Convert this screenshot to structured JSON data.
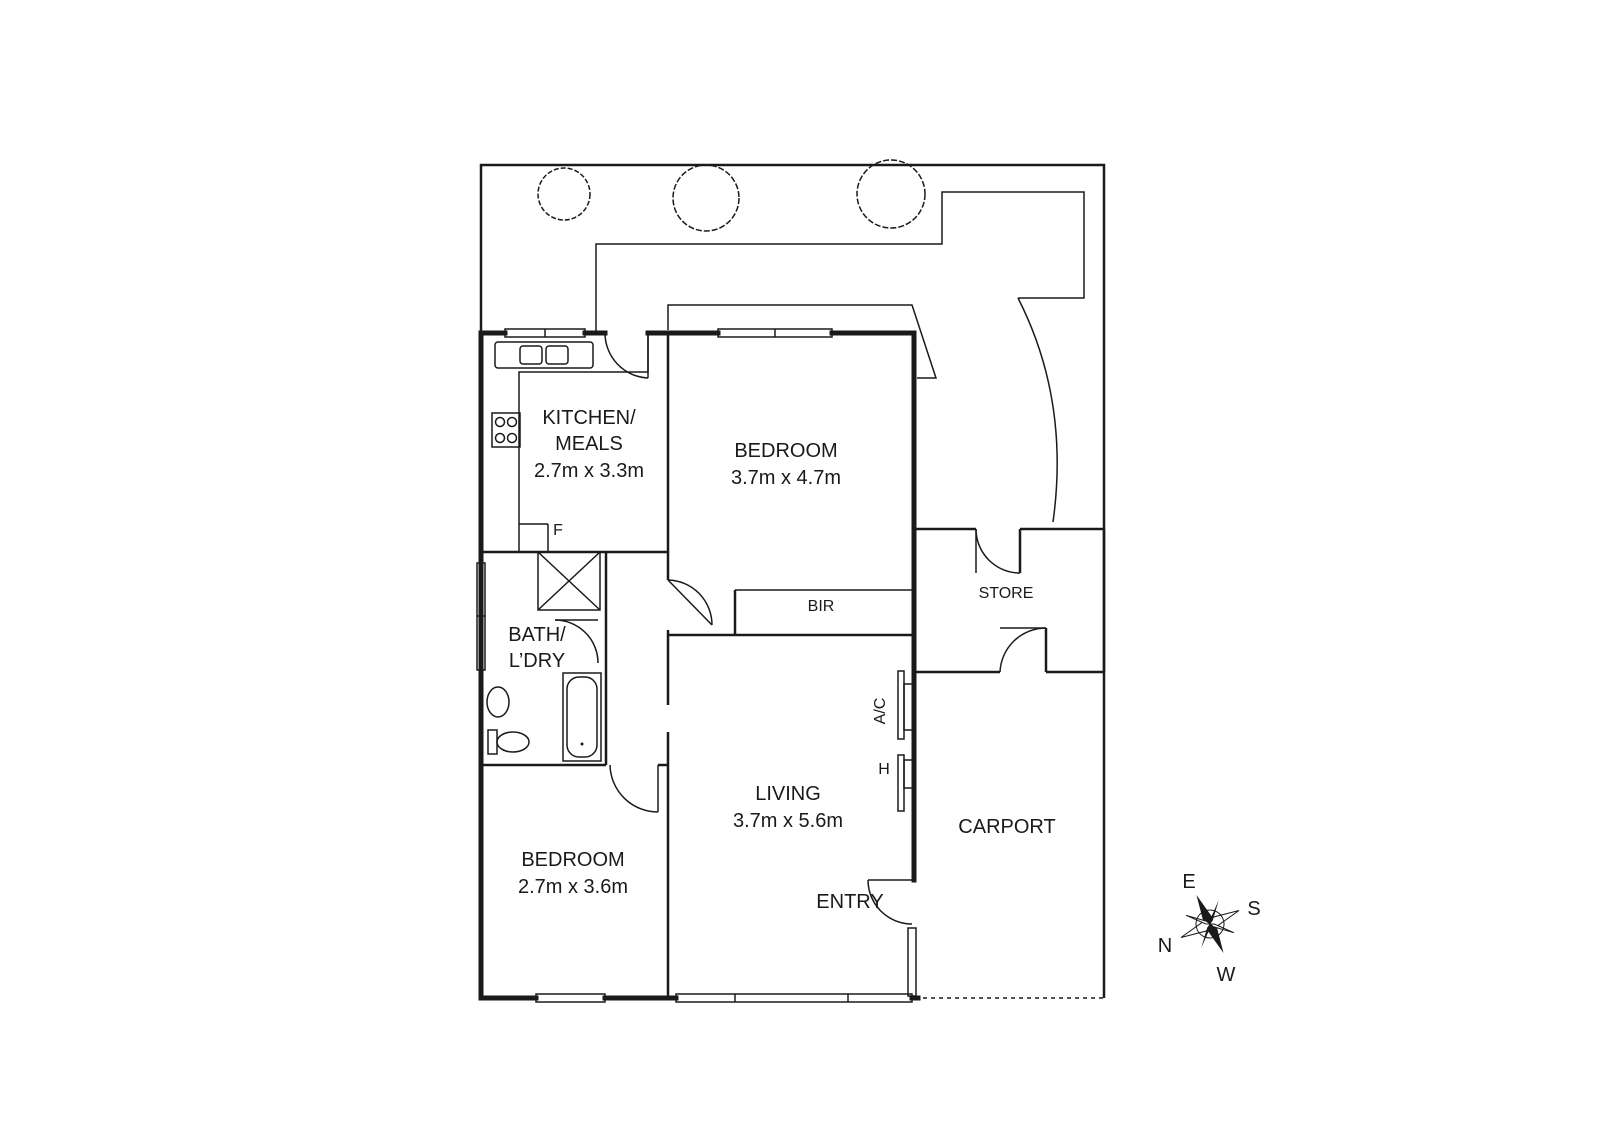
{
  "rooms": {
    "kitchen": {
      "line1": "KITCHEN/",
      "line2": "MEALS",
      "dims": "2.7m x 3.3m",
      "fridge": "F"
    },
    "bedroom1": {
      "name": "BEDROOM",
      "dims": "3.7m x 4.7m"
    },
    "bir": {
      "name": "BIR"
    },
    "bath": {
      "line1": "BATH/",
      "line2": "L’DRY"
    },
    "store": {
      "name": "STORE"
    },
    "living": {
      "name": "LIVING",
      "dims": "3.7m x 5.6m"
    },
    "ac": {
      "name": "A/C"
    },
    "heater": {
      "name": "H"
    },
    "bedroom2": {
      "name": "BEDROOM",
      "dims": "2.7m x 3.6m"
    },
    "carport": {
      "name": "CARPORT"
    },
    "entry": {
      "name": "ENTRY"
    }
  },
  "compass": {
    "n": "N",
    "e": "E",
    "s": "S",
    "w": "W"
  }
}
